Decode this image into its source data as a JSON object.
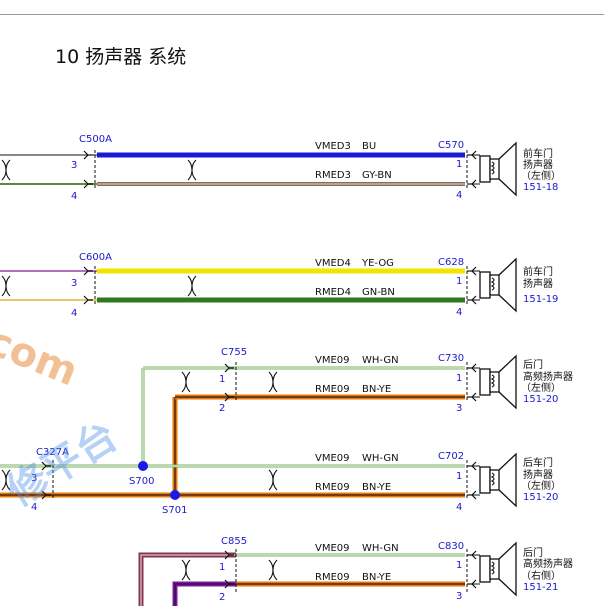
{
  "page_title": "10 扬声器 系统",
  "watermark": {
    "com": "com",
    "cjk": "修平台"
  },
  "colors": {
    "blue": "#1a1ad6",
    "yellow": "#f2e400",
    "green": "#2f7a1e",
    "gray_brown": "#8e6a5a",
    "brown": "#7a3a10",
    "orange": "#e07a10",
    "violet": "#7a1aa0",
    "node": "#1a1ae6",
    "label_blue": "#1a1acc"
  },
  "connectors": {
    "c500a": "C500A",
    "c570": "C570",
    "c600a": "C600A",
    "c628": "C628",
    "c755": "C755",
    "c730": "C730",
    "c327a": "C327A",
    "c702": "C702",
    "c855": "C855",
    "c830": "C830"
  },
  "splices": {
    "s700": "S700",
    "s701": "S701"
  },
  "pins": {
    "p1": "1",
    "p2": "2",
    "p3": "3",
    "p4": "4"
  },
  "wires": {
    "vmed3": "VMED3",
    "bu": "BU",
    "rmed3": "RMED3",
    "gybn": "GY-BN",
    "vmed4": "VMED4",
    "yeog": "YE-OG",
    "rmed4": "RMED4",
    "gnbn": "GN-BN",
    "vme09": "VME09",
    "whgn": "WH-GN",
    "rme09": "RME09",
    "bnye": "BN-YE"
  },
  "speakers": {
    "front_left": {
      "line1": "前车门",
      "line2": "扬声器",
      "line3": "（左侧）",
      "ref": "151-18"
    },
    "front_right": {
      "line1": "前车门",
      "line2": "扬声器",
      "ref": "151-19"
    },
    "rear_tweeter_left": {
      "line1": "后门",
      "line2": "高频扬声器",
      "line3": "（左侧）",
      "ref": "151-20"
    },
    "rear_left": {
      "line1": "后车门",
      "line2": "扬声器",
      "line3": "（左侧）",
      "ref": "151-20"
    },
    "rear_tweeter_right": {
      "line1": "后门",
      "line2": "高频扬声器",
      "line3": "（右侧）",
      "ref": "151-21"
    }
  }
}
